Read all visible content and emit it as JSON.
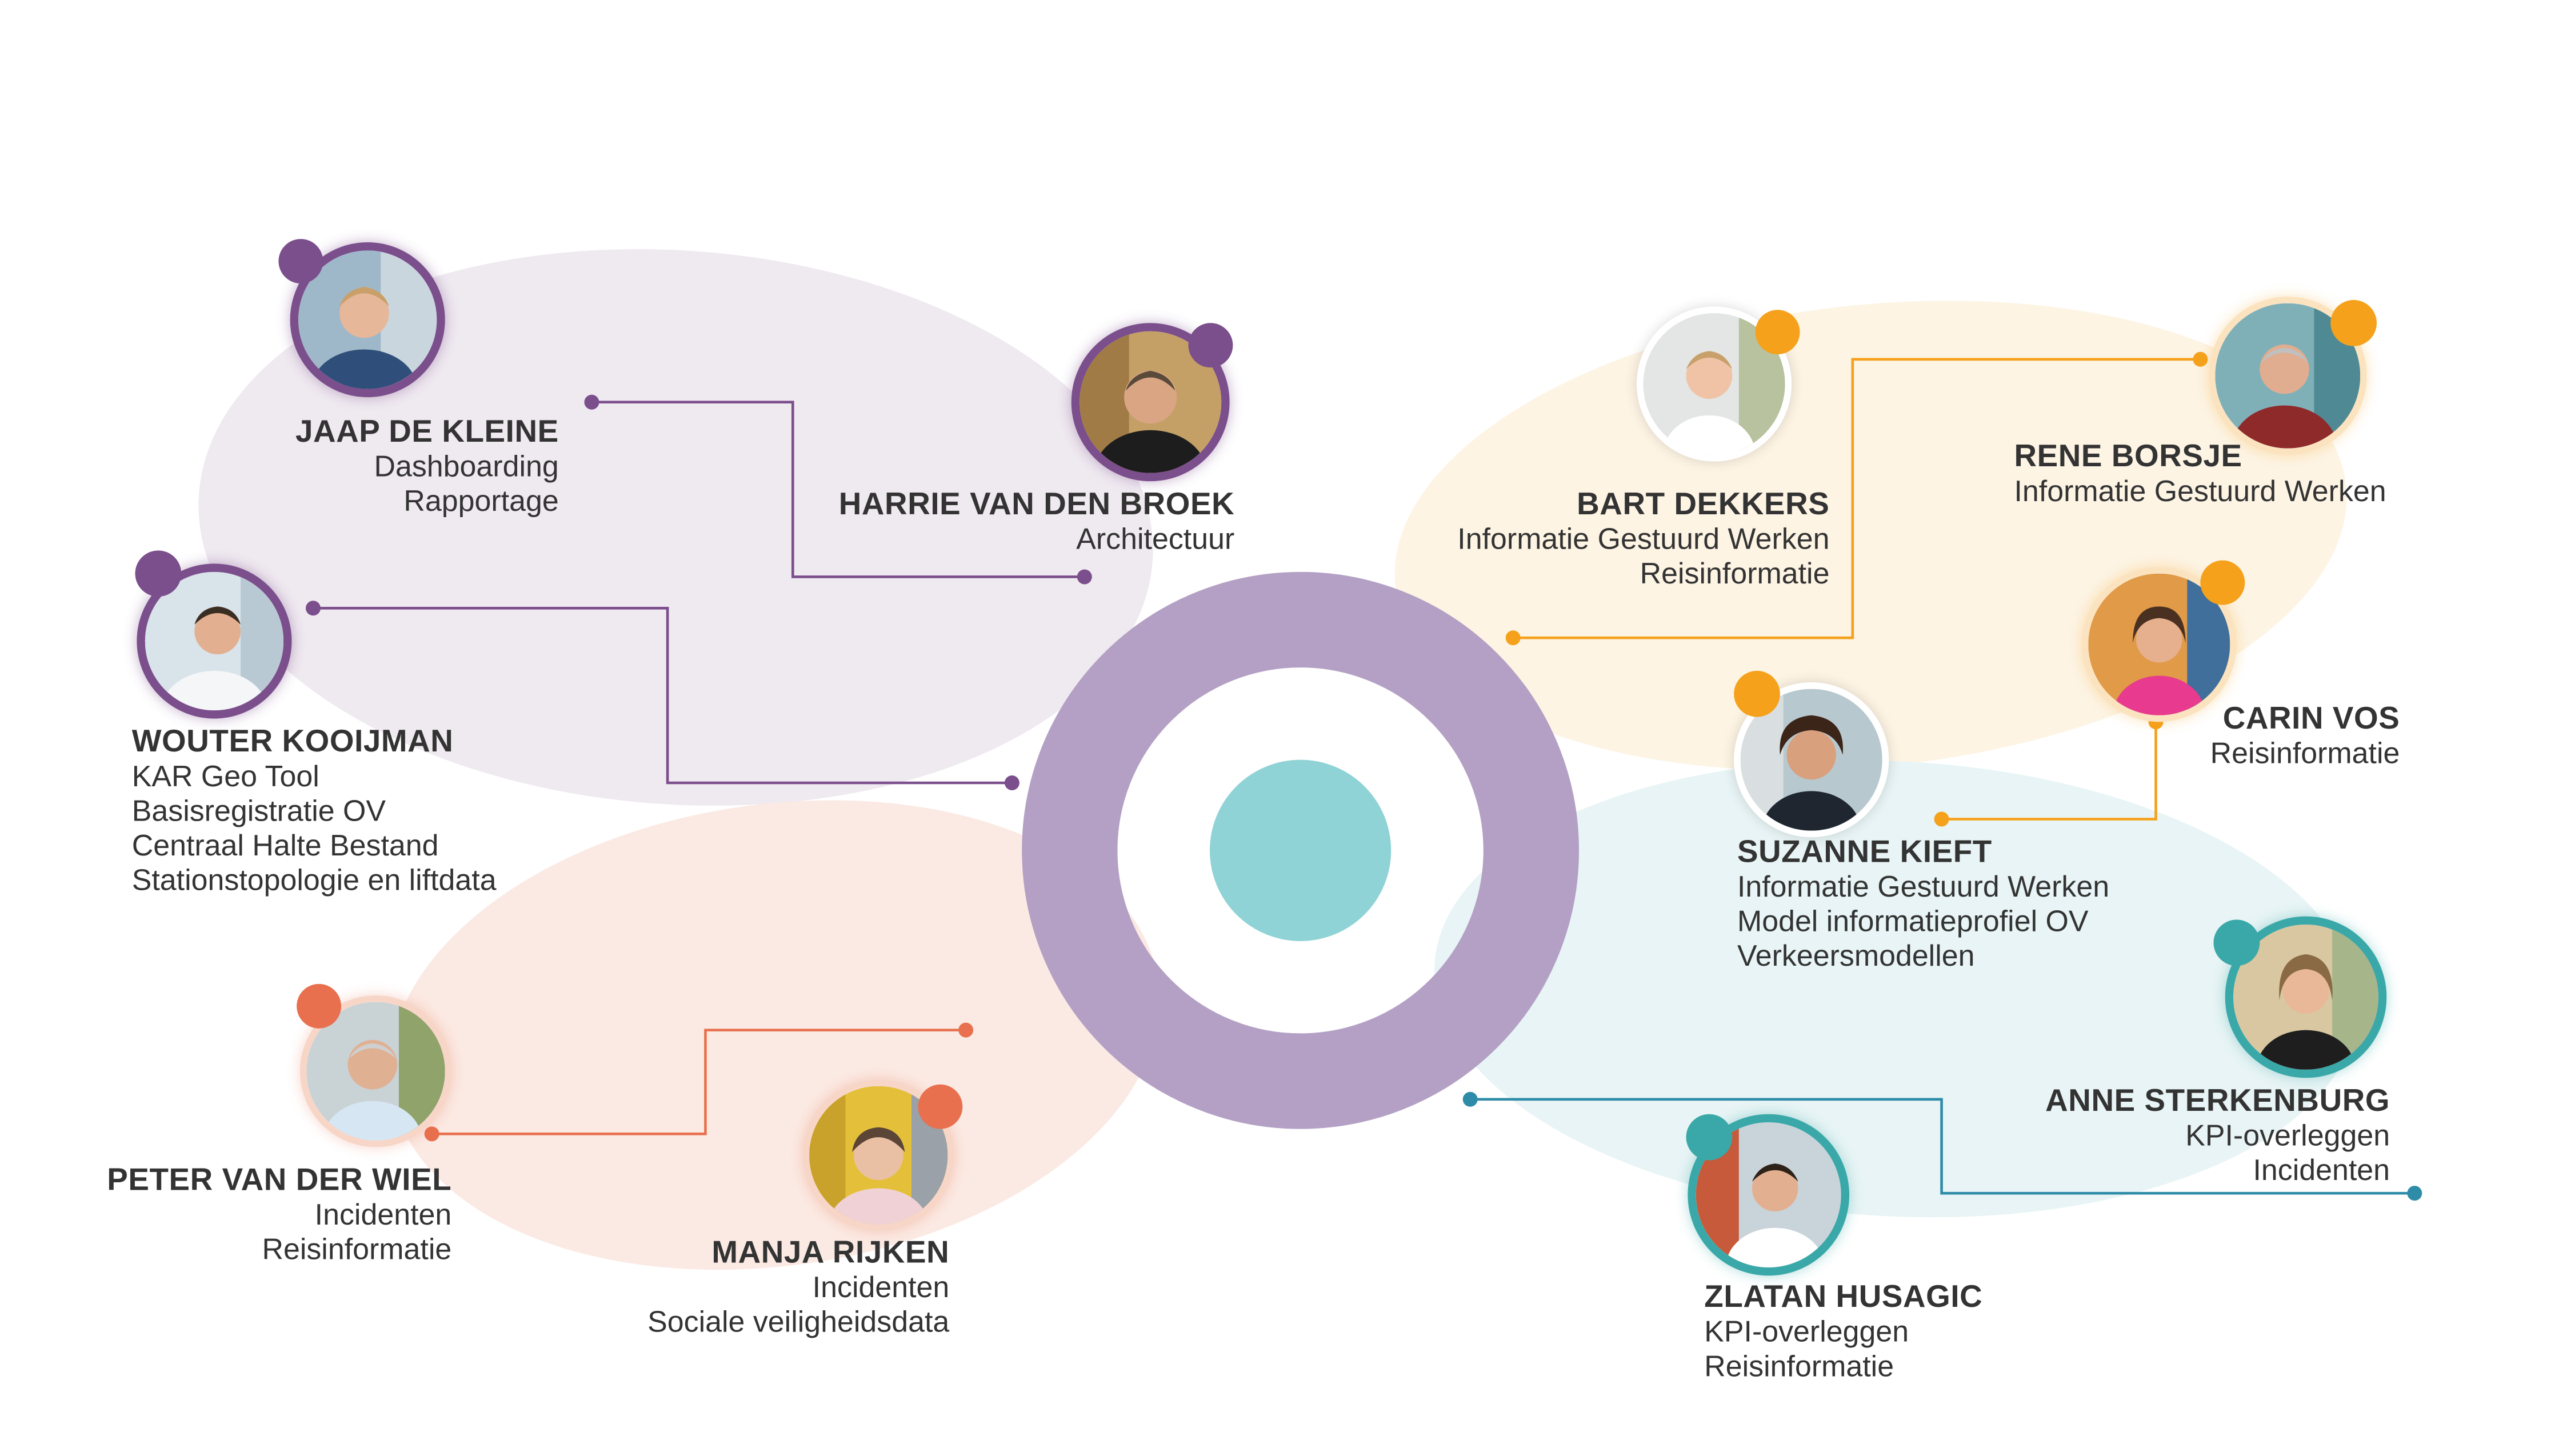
{
  "colors": {
    "purple": "#7b4e8c",
    "orange": "#f5a11b",
    "coral": "#e8704e",
    "teal": "#3aa8a8",
    "ring": "#b3a0c4",
    "center": "#8fd3d6"
  },
  "people": [
    {
      "id": "jaap",
      "name": "JAAP DE KLEINE",
      "roles": [
        "Dashboarding",
        "Rapportage"
      ]
    },
    {
      "id": "harrie",
      "name": "HARRIE VAN DEN BROEK",
      "roles": [
        "Architectuur"
      ]
    },
    {
      "id": "wouter",
      "name": "WOUTER KOOIJMAN",
      "roles": [
        "KAR Geo Tool",
        "Basisregistratie OV",
        "Centraal Halte Bestand",
        "Stationstopologie en liftdata"
      ]
    },
    {
      "id": "peter",
      "name": "PETER VAN DER WIEL",
      "roles": [
        "Incidenten",
        "Reisinformatie"
      ]
    },
    {
      "id": "manja",
      "name": "MANJA RIJKEN",
      "roles": [
        "Incidenten",
        "Sociale veiligheidsdata"
      ]
    },
    {
      "id": "bart",
      "name": "BART DEKKERS",
      "roles": [
        "Informatie Gestuurd Werken",
        "Reisinformatie"
      ]
    },
    {
      "id": "rene",
      "name": "RENE BORSJE",
      "roles": [
        "Informatie Gestuurd Werken"
      ]
    },
    {
      "id": "carin",
      "name": "CARIN VOS",
      "roles": [
        "Reisinformatie"
      ]
    },
    {
      "id": "suzanne",
      "name": "SUZANNE KIEFT",
      "roles": [
        "Informatie Gestuurd Werken",
        "Model informatieprofiel OV",
        "Verkeersmodellen"
      ]
    },
    {
      "id": "anne",
      "name": "ANNE STERKENBURG",
      "roles": [
        "KPI-overleggen",
        "Incidenten"
      ]
    },
    {
      "id": "zlatan",
      "name": "ZLATAN HUSAGIC",
      "roles": [
        "KPI-overleggen",
        "Reisinformatie"
      ]
    }
  ]
}
